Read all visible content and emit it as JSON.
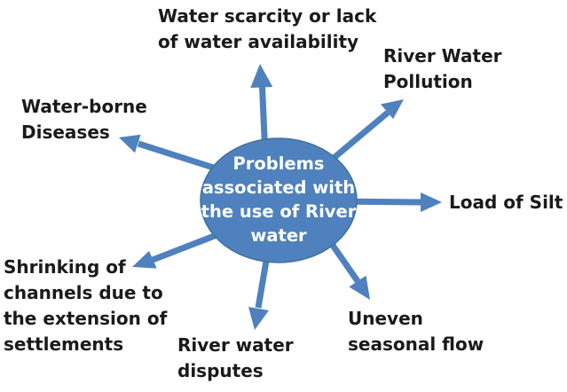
{
  "colors": {
    "accent": "#4e81bd",
    "center_text": "#ffffff",
    "label_text": "#1a1a1a",
    "background": "#ffffff"
  },
  "center": {
    "lines": [
      "Problems",
      "associated with",
      "the use of River",
      "water"
    ]
  },
  "labels": {
    "water_scarcity": [
      "Water scarcity or lack",
      "of water availability"
    ],
    "river_pollution": [
      "River Water",
      "Pollution"
    ],
    "waterborne_diseases": [
      "Water-borne",
      "Diseases"
    ],
    "load_of_silt": [
      "Load of Silt"
    ],
    "shrinking_channels": [
      "Shrinking of",
      "channels due to",
      "the extension of",
      "settlements"
    ],
    "river_disputes": [
      "River water",
      "disputes"
    ],
    "uneven_flow": [
      "Uneven",
      "seasonal flow"
    ]
  }
}
